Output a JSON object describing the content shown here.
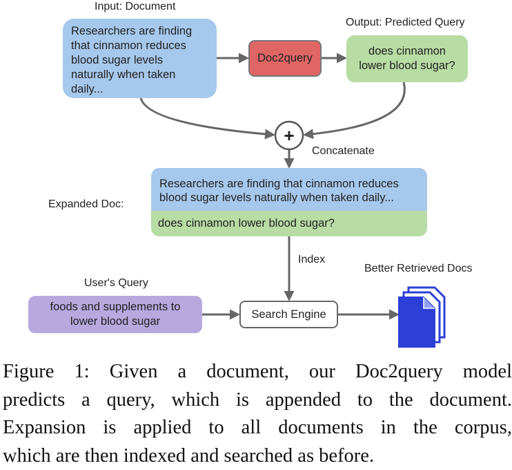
{
  "labels": {
    "input_document": "Input: Document",
    "output_predicted_query": "Output: Predicted Query",
    "concatenate": "Concatenate",
    "expanded_doc": "Expanded Doc:",
    "index": "Index",
    "users_query": "User's Query",
    "better_retrieved_docs": "Better Retrieved Docs"
  },
  "nodes": {
    "input_document_text": "Researchers are finding that cinnamon reduces blood sugar levels naturally when taken daily...",
    "doc2query": "Doc2query",
    "predicted_query_text": "does cinnamon lower blood sugar?",
    "concat_symbol": "+",
    "expanded_doc_line1": "Researchers are finding that cinnamon reduces",
    "expanded_doc_line2": "blood sugar levels naturally when taken daily...",
    "expanded_doc_query": "does cinnamon lower blood sugar?",
    "users_query_text": "foods and supplements to lower blood sugar",
    "search_engine": "Search Engine"
  },
  "caption": {
    "line1": "Figure 1:  Given a document, our Doc2query model",
    "line2": "predicts a query, which is appended to the document.",
    "line3": "Expansion is applied to all documents in the corpus,",
    "line4": "which are then indexed and searched as before."
  },
  "colors": {
    "input_blue": "#a6c8ec",
    "output_green": "#b7dca4",
    "doc2query_red": "#e06565",
    "query_purple": "#b7a8de",
    "docs_icon_blue": "#2d3fd6",
    "arrow_gray": "#666666"
  },
  "icons": {
    "docs": "stacked-documents-icon"
  }
}
